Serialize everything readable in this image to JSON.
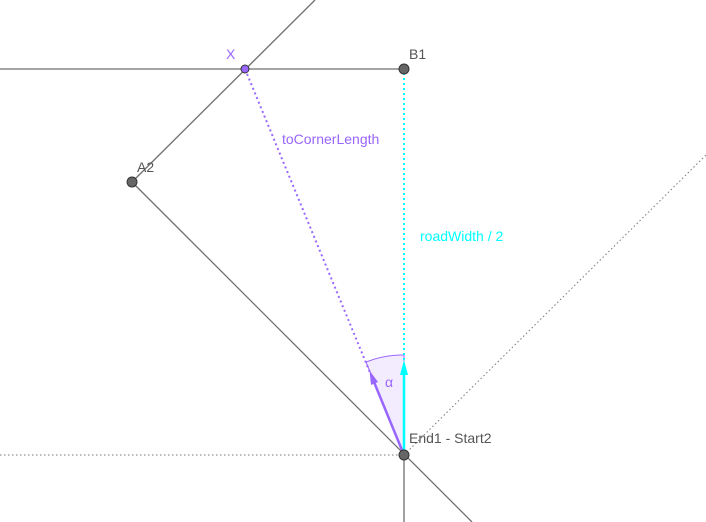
{
  "labels": {
    "x": "X",
    "b1": "B1",
    "a2": "A2",
    "end1_start2": "End1 - Start2",
    "to_corner_length": "toCornerLength",
    "road_width_half": "roadWidth / 2",
    "alpha": "α"
  },
  "colors": {
    "background": "#ffffff",
    "gray_line": "#6f6f6f",
    "dotted_gray": "#7a7a7a",
    "purple": "#9966ff",
    "purple_light": "#c9b3ff",
    "cyan": "#00ffff",
    "point_fill": "#666666",
    "point_stroke": "#333333",
    "label_gray": "#555555"
  }
}
